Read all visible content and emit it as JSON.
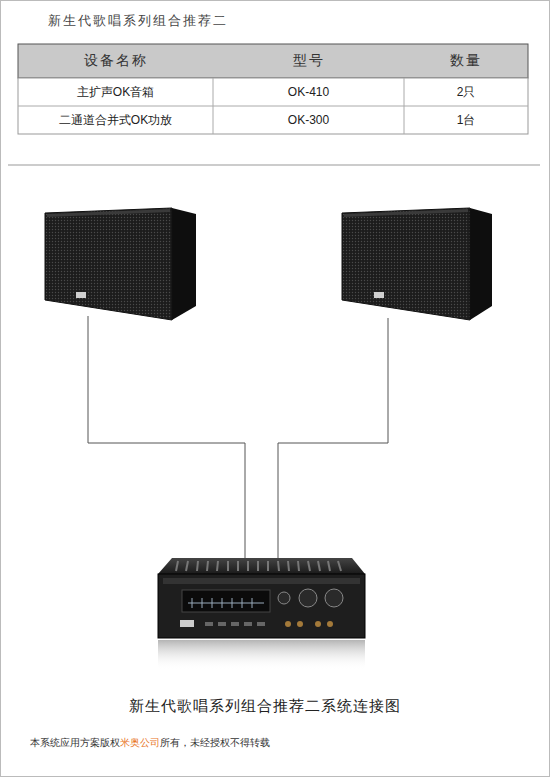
{
  "diagram": {
    "title": "新生代歌唱系列组合推荐二",
    "caption": "新生代歌唱系列组合推荐二系统连接图",
    "labels": [
      "设备名称",
      "型号",
      "数量",
      "主扩声OK音箱",
      "OK-410",
      "2只",
      "二通道合并式OK功放",
      "OK-300",
      "1台",
      "本系统应用方案版权",
      "米奥公司",
      "所有，未经授权不得转载"
    ]
  }
}
